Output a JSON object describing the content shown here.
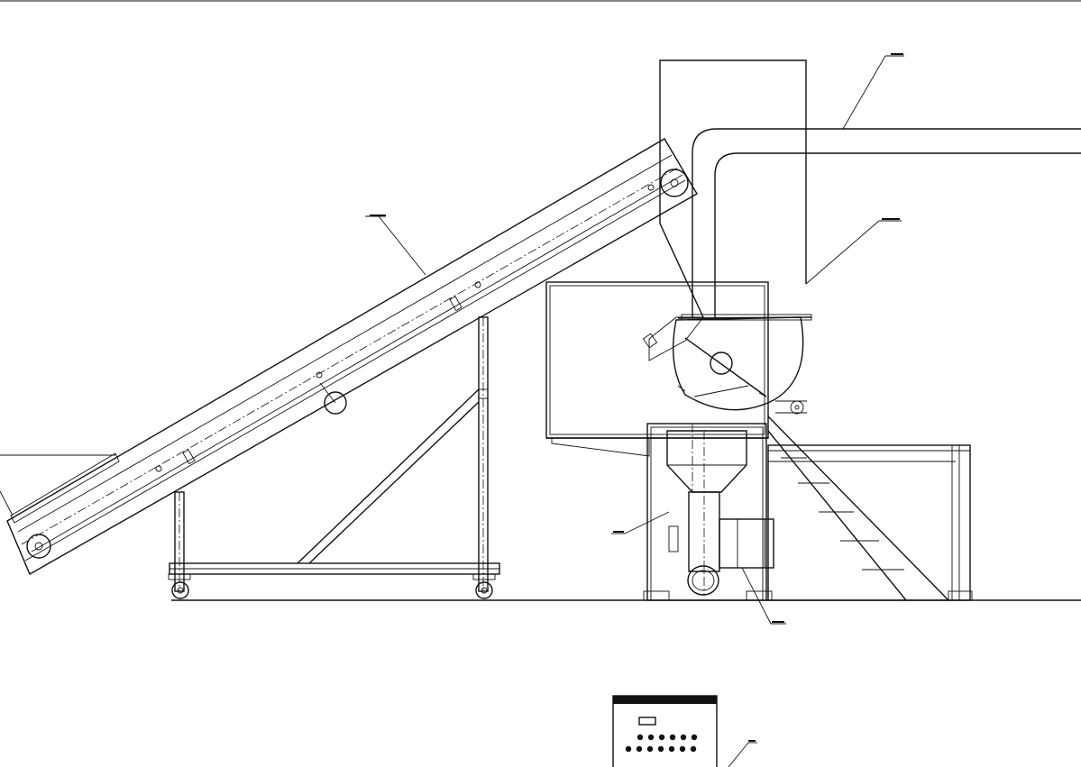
{
  "drawing": {
    "callouts": [
      {
        "id": "conveyor",
        "text": ""
      },
      {
        "id": "duct-top",
        "text": ""
      },
      {
        "id": "cyclone-right",
        "text": ""
      },
      {
        "id": "blower",
        "text": ""
      },
      {
        "id": "motor",
        "text": ""
      },
      {
        "id": "panel",
        "text": ""
      },
      {
        "id": "left-edge",
        "text": ""
      }
    ],
    "control_panel": {
      "indicator_rows": [
        {
          "count": 6
        },
        {
          "count": 7
        }
      ]
    }
  }
}
